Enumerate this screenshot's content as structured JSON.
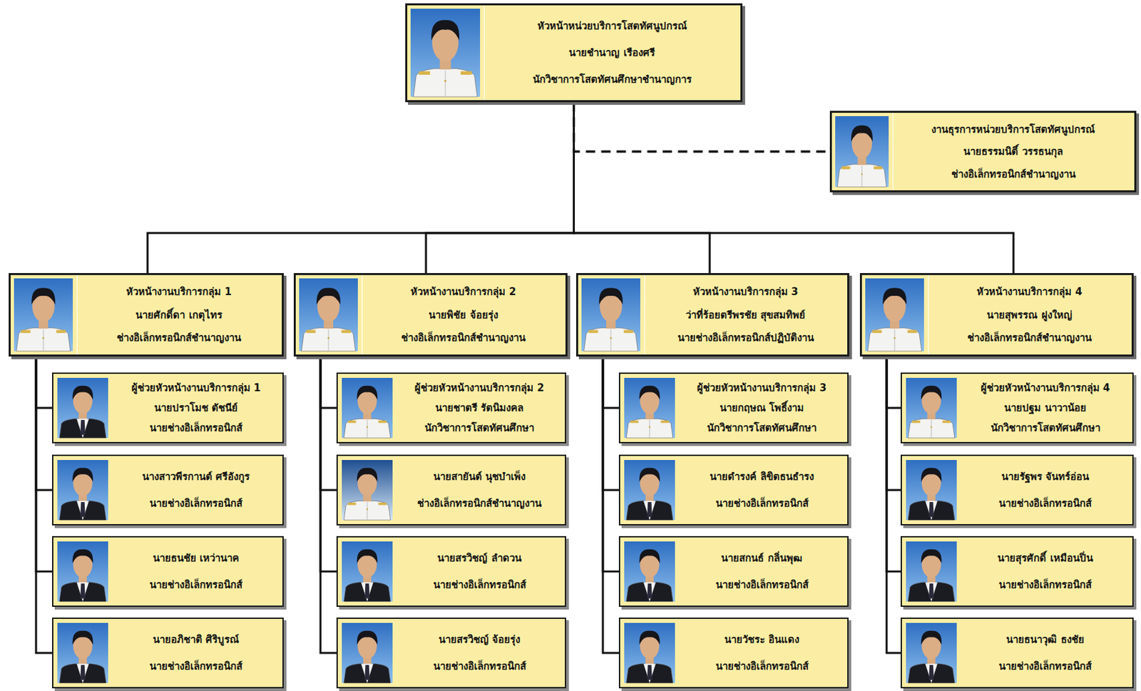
{
  "diagram": {
    "nodes": [
      {
        "text": [
          "หัวหน้าหน่วยบริการโสตทัศนูปกรณ์",
          "นายชำนาญ เรืองศรี",
          "นักวิชาการโสตทัศนศึกษาชำนาญการ"
        ]
      },
      {
        "text": [
          "งานธุรการหน่วยบริการโสตทัศนูปกรณ์",
          "นายธรรมนิติ์ วรรธนกุล",
          "ช่างอิเล็กทรอนิกส์ชำนาญงาน"
        ]
      },
      {
        "text": [
          "หัวหน้างานบริการกลุ่ม 1",
          "นายศักดิ์ดา เกตุไทร",
          "ช่างอิเล็กทรอนิกส์ชำนาญงาน"
        ]
      },
      {
        "text": [
          "ผู้ช่วยหัวหน้างานบริการกลุ่ม 1",
          "นายปราโมช ตัชนีย์",
          "นายช่างอิเล็กทรอนิกส์"
        ]
      },
      {
        "text": [
          "นางสาวพีรกานต์ ศรีอังกูร",
          "นายช่างอิเล็กทรอนิกส์"
        ]
      },
      {
        "text": [
          "นายธนชัย เหว่านาค",
          "นายช่างอิเล็กทรอนิกส์"
        ]
      },
      {
        "text": [
          "นายอภิชาติ ศิริบูรณ์",
          "นายช่างอิเล็กทรอนิกส์"
        ]
      },
      {
        "text": [
          "หัวหน้างานบริการกลุ่ม 2",
          "นายพิชัย จ้อยรุ่ง",
          "ช่างอิเล็กทรอนิกส์ชำนาญงาน"
        ]
      },
      {
        "text": [
          "ผู้ช่วยหัวหน้างานบริการกลุ่ม 2",
          "นายชาตรี รัตนิมงคล",
          "นักวิชาการโสตทัศนศึกษา"
        ]
      },
      {
        "text": [
          "นายสายันต์ นุชบำเพ็ง",
          "ช่างอิเล็กทรอนิกส์ชำนาญงาน"
        ]
      },
      {
        "text": [
          "นายสรวิชญ์ ลำดวน",
          "นายช่างอิเล็กทรอนิกส์"
        ]
      },
      {
        "text": [
          "นายสรวิชญ์ จ้อยรุ่ง",
          "นายช่างอิเล็กทรอนิกส์"
        ]
      },
      {
        "text": [
          "หัวหน้างานบริการกลุ่ม 3",
          "ว่าที่ร้อยตรีพรชัย สุขสมทิพย์",
          "นายช่างอิเล็กทรอนิกส์ปฏิบัติงาน"
        ]
      },
      {
        "text": [
          "ผู้ช่วยหัวหน้างานบริการกลุ่ม 3",
          "นายกฤษณ โพธิ์งาม",
          "นักวิชาการโสตทัศนศึกษา"
        ]
      },
      {
        "text": [
          "นายดำรงค์ ลิขิตธนธำรง",
          "นายช่างอิเล็กทรอนิกส์"
        ]
      },
      {
        "text": [
          "นายสกนธ์ กลิ่นพุฒ",
          "นายช่างอิเล็กทรอนิกส์"
        ]
      },
      {
        "text": [
          "นายวัชระ อินแดง",
          "นายช่างอิเล็กทรอนิกส์"
        ]
      },
      {
        "text": [
          "หัวหน้างานบริการกลุ่ม 4",
          "นายสุพรรณ ฝูงใหญ่",
          "ช่างอิเล็กทรอนิกส์ชำนาญงาน"
        ]
      },
      {
        "text": [
          "ผู้ช่วยหัวหน้างานบริการกลุ่ม 4",
          "นายปฐม นาวาน้อย",
          "นักวิชาการโสตทัศนศึกษา"
        ]
      },
      {
        "text": [
          "นายรัฐพร จันทร์อ่อน",
          "นายช่างอิเล็กทรอนิกส์"
        ]
      },
      {
        "text": [
          "นายสุรศักดิ์ เหมือนปิ่น",
          "นายช่างอิเล็กทรอนิกส์"
        ]
      },
      {
        "text": [
          "นายธนาวุฒิ ธงชัย",
          "นายช่างอิเล็กทรอนิกส์"
        ]
      }
    ],
    "edges": [
      {
        "from": 0,
        "to": 1,
        "arrow": "none"
      },
      {
        "from": 0,
        "to": 2,
        "arrow": "none"
      },
      {
        "from": 0,
        "to": 7,
        "arrow": "none"
      },
      {
        "from": 0,
        "to": 12,
        "arrow": "none"
      },
      {
        "from": 0,
        "to": 17,
        "arrow": "none"
      },
      {
        "from": 2,
        "to": 3,
        "arrow": "none"
      },
      {
        "from": 2,
        "to": 4,
        "arrow": "none"
      },
      {
        "from": 2,
        "to": 5,
        "arrow": "none"
      },
      {
        "from": 2,
        "to": 6,
        "arrow": "none"
      },
      {
        "from": 7,
        "to": 8,
        "arrow": "none"
      },
      {
        "from": 7,
        "to": 9,
        "arrow": "none"
      },
      {
        "from": 7,
        "to": 10,
        "arrow": "none"
      },
      {
        "from": 7,
        "to": 11,
        "arrow": "none"
      },
      {
        "from": 12,
        "to": 13,
        "arrow": "none"
      },
      {
        "from": 12,
        "to": 14,
        "arrow": "none"
      },
      {
        "from": 12,
        "to": 15,
        "arrow": "none"
      },
      {
        "from": 12,
        "to": 16,
        "arrow": "none"
      },
      {
        "from": 17,
        "to": 18,
        "arrow": "none"
      },
      {
        "from": 17,
        "to": 19,
        "arrow": "none"
      },
      {
        "from": 17,
        "to": 20,
        "arrow": "none"
      },
      {
        "from": 17,
        "to": 21,
        "arrow": "none"
      }
    ]
  }
}
